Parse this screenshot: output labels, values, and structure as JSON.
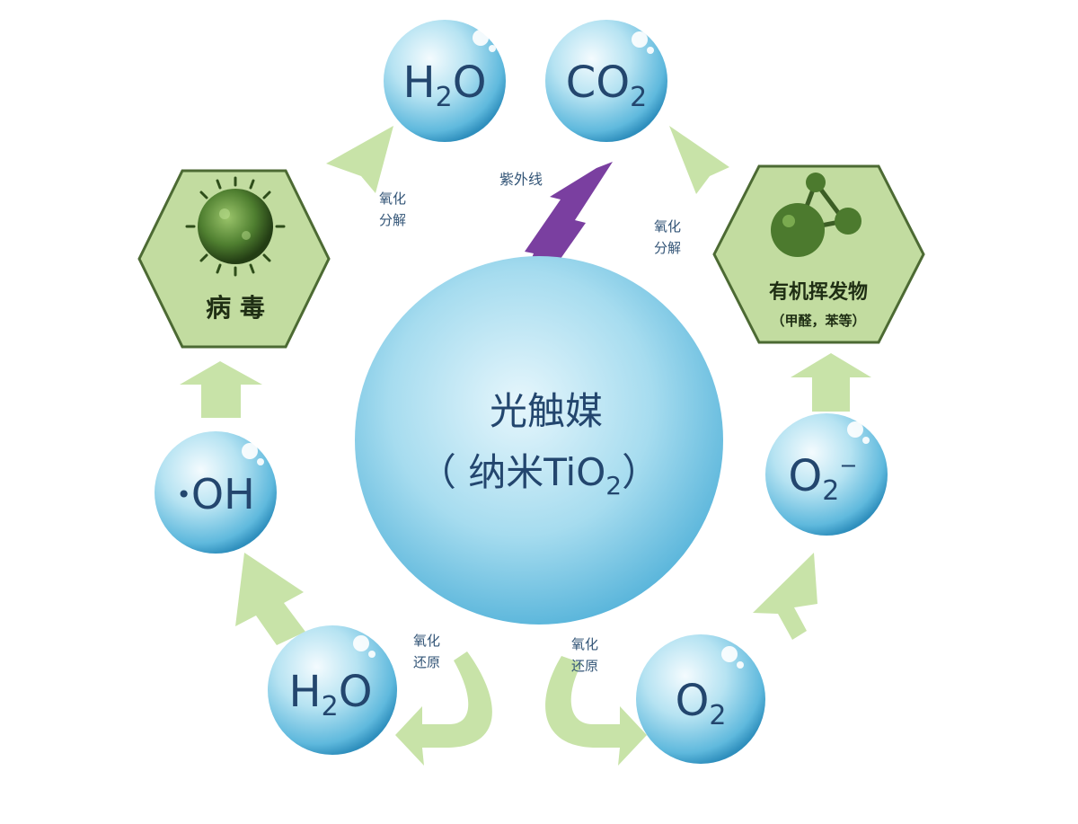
{
  "center": {
    "line1": "光触媒",
    "line2_prefix": "（ 纳米TiO",
    "line2_sub": "2",
    "line2_suffix": "）"
  },
  "uv_label": "紫外线",
  "molecules": {
    "h2o_top": {
      "main": "H",
      "sub": "2",
      "tail": "O"
    },
    "co2_top": {
      "main": "CO",
      "sub": "2",
      "tail": ""
    },
    "oh_radical": {
      "dot": "•",
      "main": "OH"
    },
    "superoxide": {
      "main": "O",
      "sub": "2",
      "sup": "−"
    },
    "h2o_bottom": {
      "main": "H",
      "sub": "2",
      "tail": "O"
    },
    "o2_bottom": {
      "main": "O",
      "sub": "2",
      "tail": ""
    }
  },
  "hexagons": {
    "virus": {
      "label": "病 毒"
    },
    "voc": {
      "label": "有机挥发物",
      "sublabel": "（甲醛，苯等）"
    }
  },
  "process_labels": {
    "left_top": {
      "line1": "氧化",
      "line2": "分解"
    },
    "right_top": {
      "line1": "氧化",
      "line2": "分解"
    },
    "left_bottom": {
      "line1": "氧化",
      "line2": "还原"
    },
    "right_bottom": {
      "line1": "氧化",
      "line2": "还原"
    }
  },
  "colors": {
    "bubble_light": "#e8f7fc",
    "bubble_mid": "#8ed4ea",
    "bubble_dark": "#2f9cc6",
    "arrow_green": "#c8e3a8",
    "hex_fill": "#c2dca0",
    "hex_stroke": "#4c6a33",
    "uv_purple": "#7a3fa0",
    "text_blue": "#23466e"
  }
}
